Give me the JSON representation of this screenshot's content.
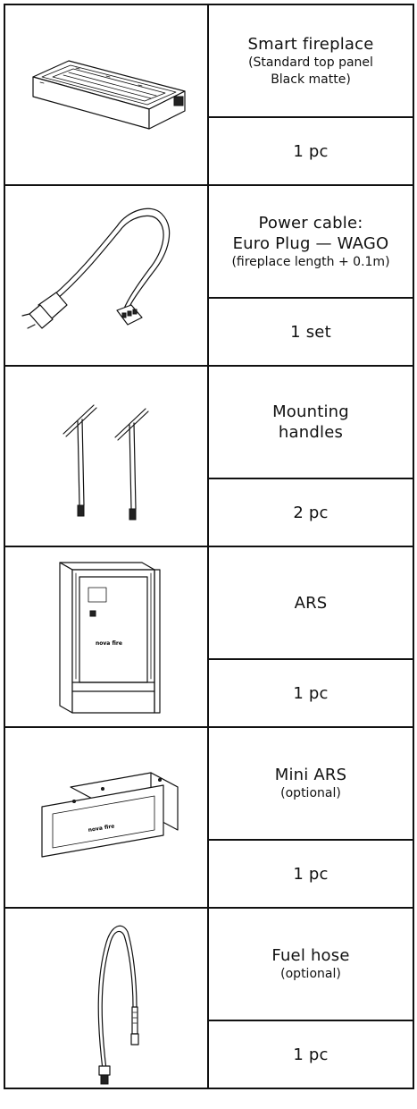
{
  "items": [
    {
      "name_lines": [
        "Smart fireplace"
      ],
      "sub_lines": [
        "(Standard top panel",
        "Black matte)"
      ],
      "quantity": "1 pc",
      "icon": "fireplace-burner-icon"
    },
    {
      "name_lines": [
        "Power cable:",
        "Euro Plug — WAGO"
      ],
      "sub_lines": [
        "(fireplace length + 0.1m)"
      ],
      "quantity": "1 set",
      "icon": "power-cable-icon"
    },
    {
      "name_lines": [
        "Mounting",
        "handles"
      ],
      "sub_lines": [],
      "quantity": "2 pc",
      "icon": "mounting-handles-icon"
    },
    {
      "name_lines": [
        "ARS"
      ],
      "sub_lines": [],
      "quantity": "1 pc",
      "icon": "ars-unit-icon"
    },
    {
      "name_lines": [
        "Mini ARS"
      ],
      "sub_lines": [
        "(optional)"
      ],
      "quantity": "1 pc",
      "icon": "mini-ars-unit-icon"
    },
    {
      "name_lines": [
        "Fuel hose"
      ],
      "sub_lines": [
        "(optional)"
      ],
      "quantity": "1 pc",
      "icon": "fuel-hose-icon"
    }
  ],
  "logo_text": "nova fire"
}
